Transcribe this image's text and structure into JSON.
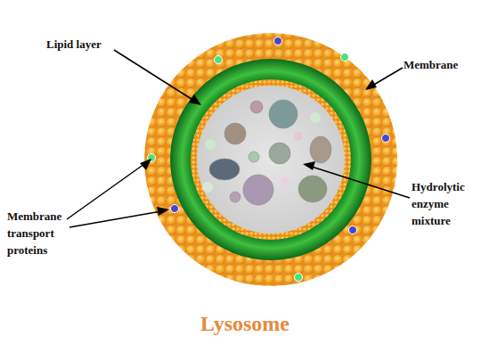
{
  "diagram": {
    "title": "Lysosome",
    "labels": [
      "Lipid layer",
      "Membrane",
      "Hydrolytic enzyme mixture",
      "Membrane transport proteins"
    ]
  }
}
